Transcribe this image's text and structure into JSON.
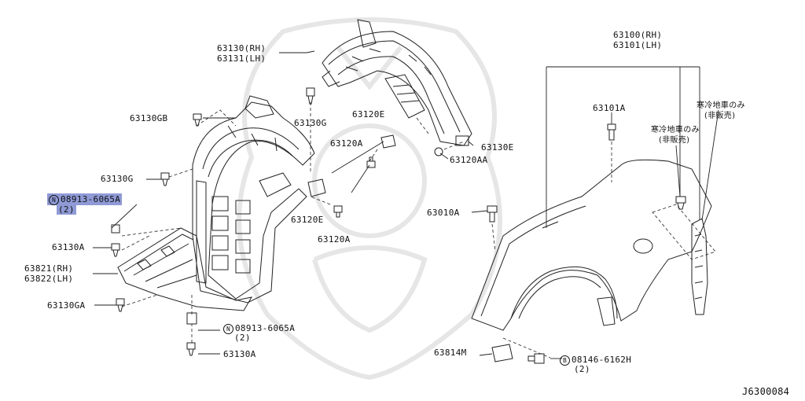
{
  "labels": {
    "fender_protector_rear": [
      "63130(RH)",
      "63131(LH)"
    ],
    "fender": [
      "63100(RH)",
      "63101(LH)"
    ],
    "clip_63130GB": "63130GB",
    "clip_63130G_top": "63130G",
    "clip_63130G_left": "63130G",
    "bolt_63120E_top": "63120E",
    "bolt_63120A_top": "63120A",
    "clip_63130E": "63130E",
    "clip_63120AA": "63120AA",
    "clip_63101A": "63101A",
    "cold_region_1": [
      "寒冷地車のみ",
      "(非販売)"
    ],
    "cold_region_2": [
      "寒冷地車のみ",
      "(非販売)"
    ],
    "nut_highlight": {
      "badge": "N",
      "part": "08913-6065A",
      "qty": "(2)"
    },
    "clip_63130A_left": "63130A",
    "bolt_63120E_mid": "63120E",
    "bolt_63120A_mid": "63120A",
    "bolt_63010A": "63010A",
    "mudguard": [
      "63821(RH)",
      "63822(LH)"
    ],
    "clip_63130GA": "63130GA",
    "nut_bottom": {
      "badge": "N",
      "part": "08913-6065A",
      "qty": "(2)"
    },
    "clip_63130A_bottom": "63130A",
    "bracket_63814M": "63814M",
    "bolt_b": {
      "badge": "B",
      "part": "08146-6162H",
      "qty": "(2)"
    },
    "diagram_code": "J6300084"
  },
  "colors": {
    "line": "#222222",
    "highlight": "#8f9ad6",
    "watermark": "#e6e6e6"
  }
}
